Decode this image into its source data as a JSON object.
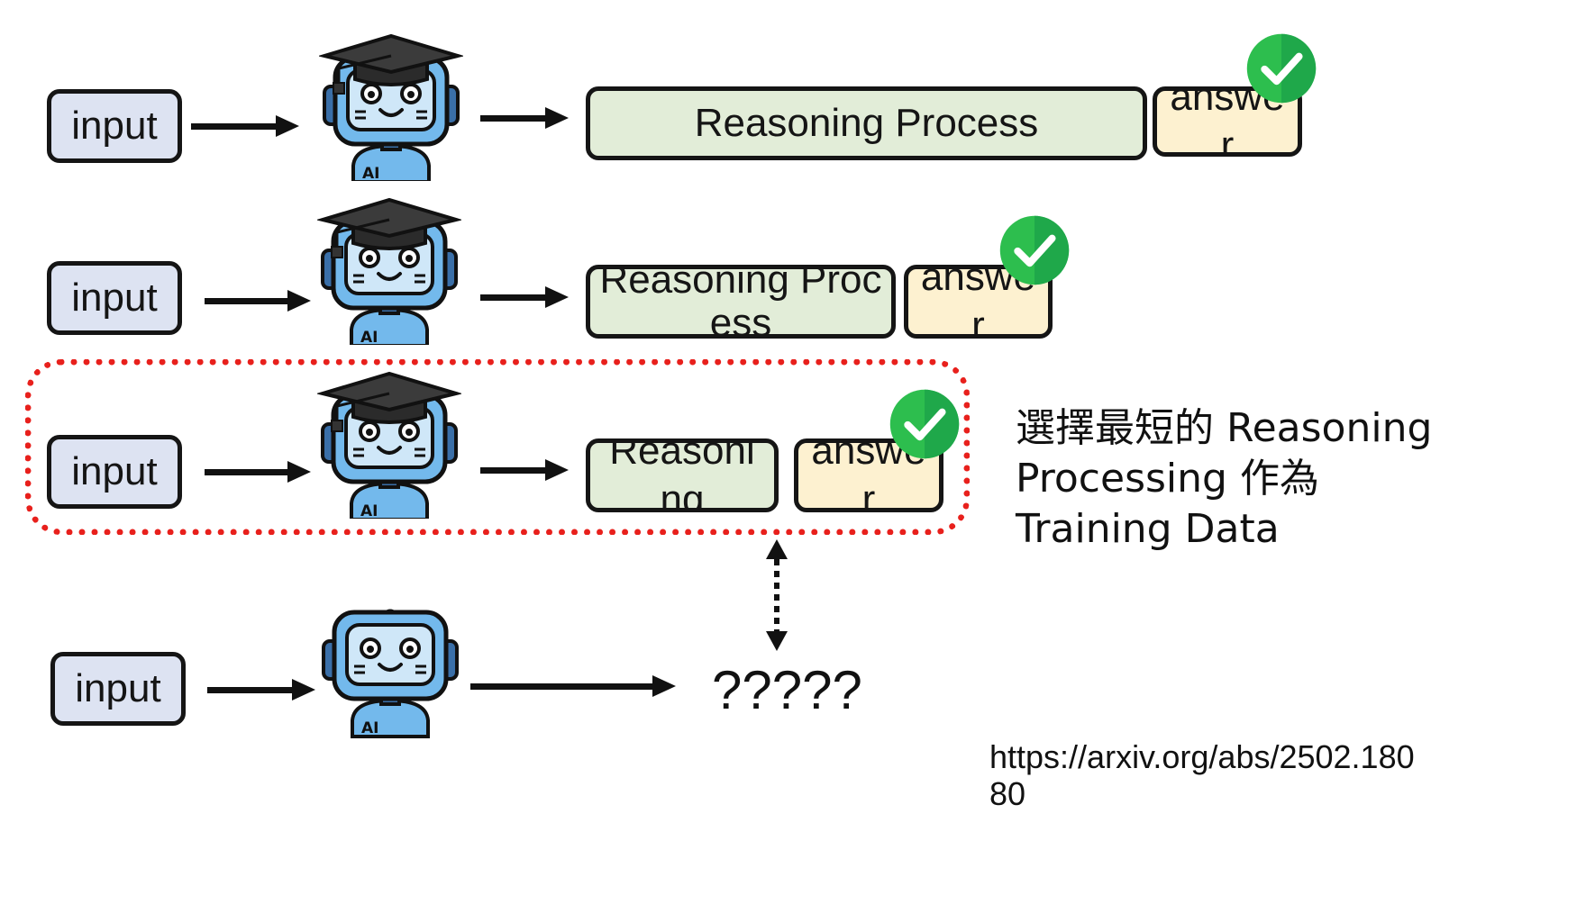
{
  "rows": [
    {
      "input": "input",
      "reasoning": "Reasoning Process",
      "answer": "answer"
    },
    {
      "input": "input",
      "reasoning": "Reasoning Process",
      "answer": "answer"
    },
    {
      "input": "input",
      "reasoning": "Reasoning",
      "answer": "answer"
    },
    {
      "input": "input",
      "output": "?????"
    }
  ],
  "robot_badge": "AI",
  "side_note": "選擇最短的 Reasoning\nProcessing 作為\nTraining Data",
  "source_url": "https://arxiv.org/abs/2502.18080",
  "colors": {
    "input_fill": "#dde3f2",
    "reasoning_fill": "#e2edd8",
    "answer_fill": "#fdf1d0",
    "check_green": "#2dbe4e",
    "highlight_red": "#e8201c",
    "robot_blue": "#73b9ec"
  },
  "icons": [
    "graduate-robot-icon",
    "robot-icon",
    "checkmark-icon",
    "arrow-icon",
    "double-arrow-icon"
  ]
}
